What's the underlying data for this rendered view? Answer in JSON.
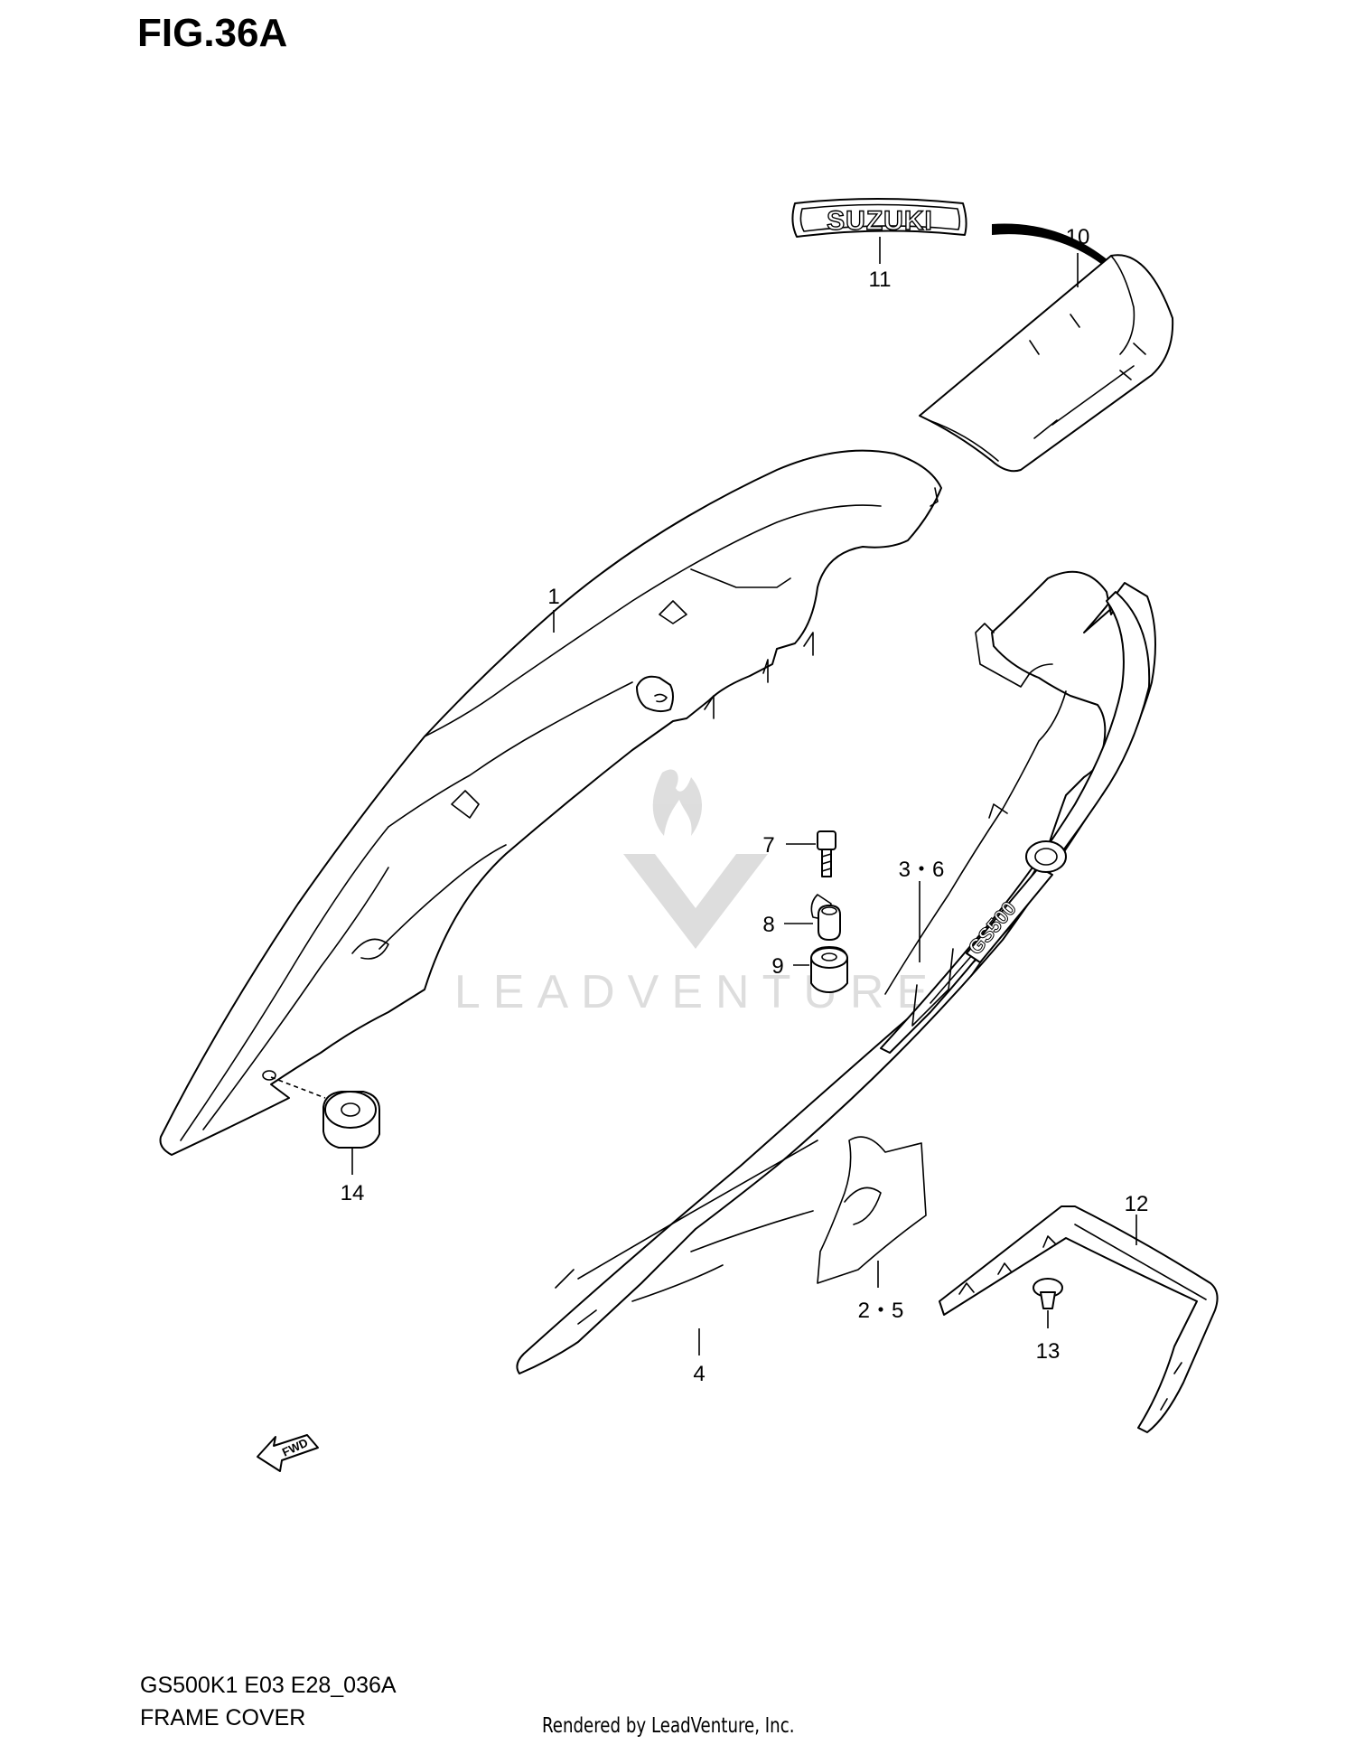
{
  "figure": {
    "title": "FIG.36A",
    "model_code": "GS500K1 E03 E28_036A",
    "assembly_name": "FRAME COVER"
  },
  "callouts": [
    "1",
    "2・5",
    "3・6",
    "4",
    "7",
    "8",
    "9",
    "10",
    "11",
    "12",
    "13",
    "14"
  ],
  "emblem_text": "SUZUKI",
  "decal_text": "GS500",
  "direction_label": "FWD",
  "watermark_text": "LEADVENTURE",
  "footer_credit": "Rendered by LeadVenture, Inc."
}
